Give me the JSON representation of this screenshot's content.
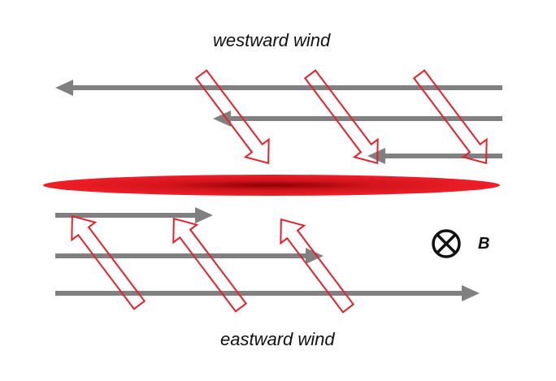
{
  "labels": {
    "top": "westward wind",
    "bottom": "eastward wind",
    "field": "B"
  },
  "colors": {
    "wind_arrow": "#808080",
    "current_arrow_stroke": "#e8202a",
    "sheet_core": "#9a0006",
    "sheet_edge": "#e8202a",
    "text": "#111111"
  },
  "icons": {
    "field_symbol": "circled-times-icon"
  }
}
